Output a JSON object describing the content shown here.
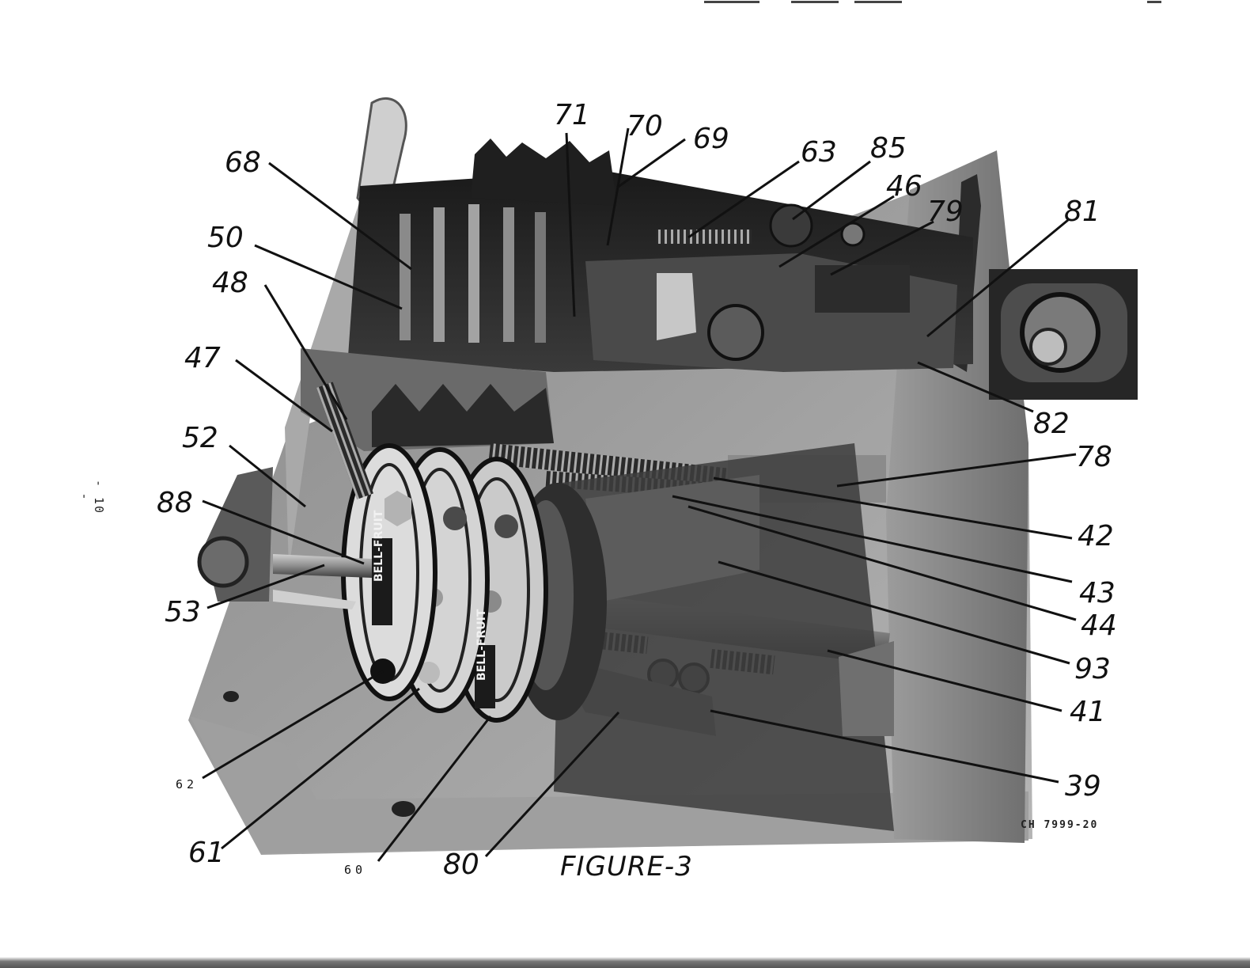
{
  "page": {
    "side_page_number": "- 10 -",
    "figure_caption": "FIGURE-3",
    "catalog_number": "CH 7999-20"
  },
  "photo": {
    "reel_brand_text": "BELL-FRUIT"
  },
  "callouts": {
    "c71": "71",
    "c70": "70",
    "c69": "69",
    "c68": "68",
    "c63": "63",
    "c85": "85",
    "c46": "46",
    "c79": "79",
    "c81": "81",
    "c50": "50",
    "c48": "48",
    "c47": "47",
    "c52": "52",
    "c88": "88",
    "c53": "53",
    "c82": "82",
    "c78": "78",
    "c42": "42",
    "c43": "43",
    "c44": "44",
    "c93": "93",
    "c41": "41",
    "c39": "39",
    "c62": "62",
    "c61": "61",
    "c60": "60",
    "c80": "80"
  }
}
